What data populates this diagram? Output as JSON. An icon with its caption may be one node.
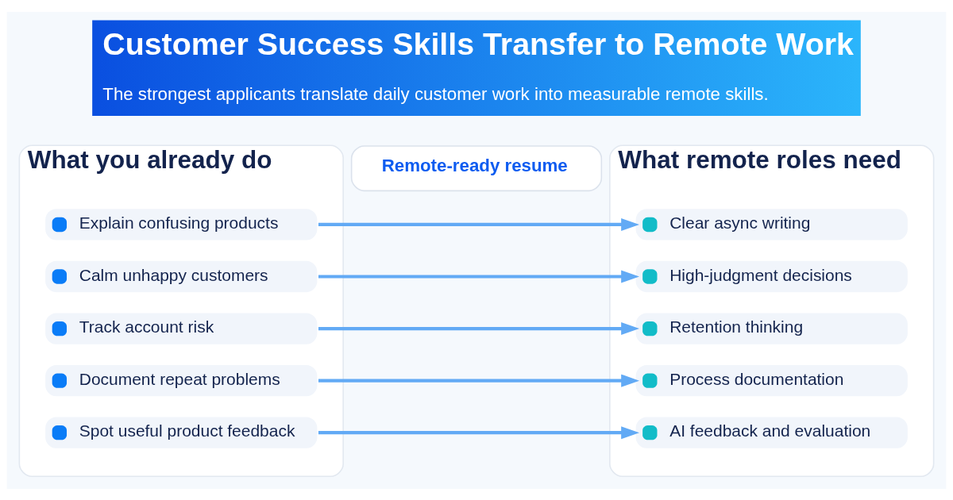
{
  "diagram": {
    "title": "Customer Success Skills Transfer to Remote Work",
    "caption": "The strongest applicants translate daily customer work into measurable remote skills.",
    "nodes": [
      {
        "text": [
          "Remote-ready resume"
        ]
      },
      {
        "text": [
          "What you already do"
        ]
      },
      {
        "text": [
          "Explain confusing products"
        ],
        "in": 1
      },
      {
        "text": [
          "Calm unhappy customers"
        ],
        "in": 1
      },
      {
        "text": [
          "Track account risk"
        ],
        "in": 1
      },
      {
        "text": [
          "Document repeat problems"
        ],
        "in": 1
      },
      {
        "text": [
          "Spot useful product feedback"
        ],
        "in": 1
      },
      {
        "text": [
          "What remote roles need"
        ]
      },
      {
        "text": [
          "Clear async writing"
        ],
        "in": 7
      },
      {
        "text": [
          "High-judgment decisions"
        ],
        "in": 7
      },
      {
        "text": [
          "Retention thinking"
        ],
        "in": 7
      },
      {
        "text": [
          "Process documentation"
        ],
        "in": 7
      },
      {
        "text": [
          "AI feedback and evaluation"
        ],
        "in": 7
      }
    ],
    "edges": [
      {
        "from": 2,
        "to": 8,
        "arrow": "to"
      },
      {
        "from": 3,
        "to": 9,
        "arrow": "to"
      },
      {
        "from": 4,
        "to": 10,
        "arrow": "to"
      },
      {
        "from": 5,
        "to": 11,
        "arrow": "to"
      },
      {
        "from": 6,
        "to": 12,
        "arrow": "to"
      }
    ]
  }
}
